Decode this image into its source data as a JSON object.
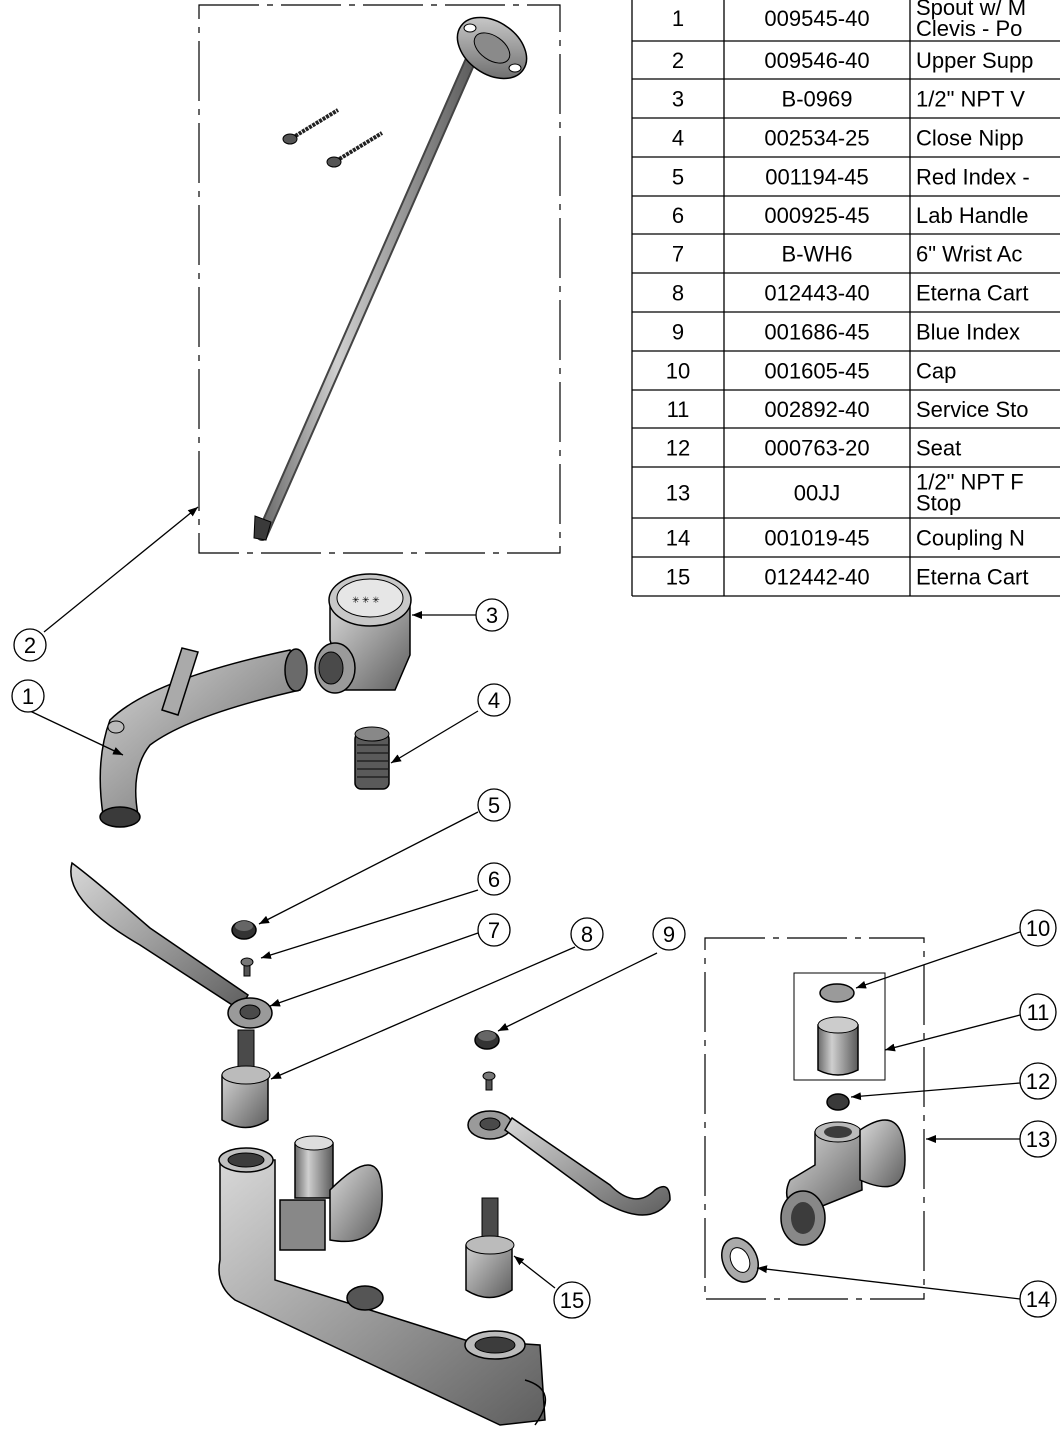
{
  "parts_table": {
    "rows": [
      {
        "item": "1",
        "part_no": "009545-40",
        "desc_lines": [
          "Spout w/ M",
          "Clevis - Po"
        ]
      },
      {
        "item": "2",
        "part_no": "009546-40",
        "desc_lines": [
          "Upper Supp"
        ]
      },
      {
        "item": "3",
        "part_no": "B-0969",
        "desc_lines": [
          "1/2\" NPT V"
        ]
      },
      {
        "item": "4",
        "part_no": "002534-25",
        "desc_lines": [
          "Close Nipp"
        ]
      },
      {
        "item": "5",
        "part_no": "001194-45",
        "desc_lines": [
          "Red Index -"
        ]
      },
      {
        "item": "6",
        "part_no": "000925-45",
        "desc_lines": [
          "Lab Handle"
        ]
      },
      {
        "item": "7",
        "part_no": "B-WH6",
        "desc_lines": [
          "6\" Wrist Ac"
        ]
      },
      {
        "item": "8",
        "part_no": "012443-40",
        "desc_lines": [
          "Eterna Cart"
        ]
      },
      {
        "item": "9",
        "part_no": "001686-45",
        "desc_lines": [
          "Blue Index"
        ]
      },
      {
        "item": "10",
        "part_no": "001605-45",
        "desc_lines": [
          "Cap"
        ]
      },
      {
        "item": "11",
        "part_no": "002892-40",
        "desc_lines": [
          "Service Sto"
        ]
      },
      {
        "item": "12",
        "part_no": "000763-20",
        "desc_lines": [
          "Seat"
        ]
      },
      {
        "item": "13",
        "part_no": "00JJ",
        "desc_lines": [
          "1/2\" NPT F",
          "Stop"
        ]
      },
      {
        "item": "14",
        "part_no": "001019-45",
        "desc_lines": [
          "Coupling N"
        ]
      },
      {
        "item": "15",
        "part_no": "012442-40",
        "desc_lines": [
          "Eterna Cart"
        ]
      }
    ]
  },
  "callouts": [
    {
      "label": "1"
    },
    {
      "label": "2"
    },
    {
      "label": "3"
    },
    {
      "label": "4"
    },
    {
      "label": "5"
    },
    {
      "label": "6"
    },
    {
      "label": "7"
    },
    {
      "label": "8"
    },
    {
      "label": "9"
    },
    {
      "label": "10"
    },
    {
      "label": "11"
    },
    {
      "label": "12"
    },
    {
      "label": "13"
    },
    {
      "label": "14"
    },
    {
      "label": "15"
    }
  ],
  "colors": {
    "line": "#000000",
    "part_fill": "#9a9a9a",
    "part_dark": "#555555",
    "part_light": "#d0d0d0",
    "background": "#ffffff"
  }
}
